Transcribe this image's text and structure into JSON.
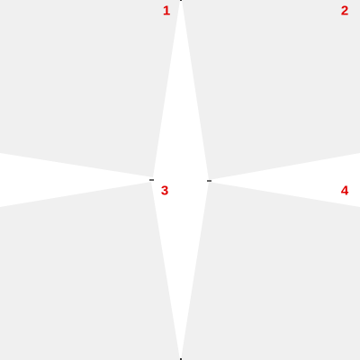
{
  "colors": {
    "background": "#ffffff",
    "panel_fill": "#f0f0f0",
    "marker_text": "#e00000",
    "tip_stroke": "#333333"
  },
  "markers": [
    {
      "label": "1"
    },
    {
      "label": "2"
    },
    {
      "label": "3"
    },
    {
      "label": "4"
    }
  ]
}
